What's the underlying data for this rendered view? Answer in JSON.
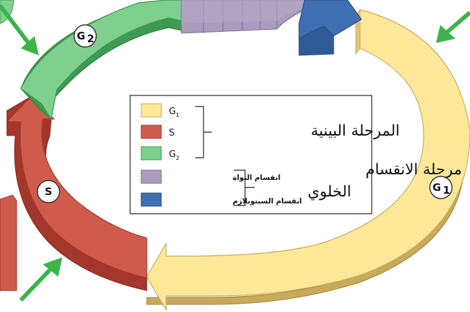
{
  "diagram": {
    "phase_labels": {
      "g2": {
        "letter": "G",
        "sub": "2"
      },
      "s": {
        "letter": "S",
        "sub": ""
      },
      "g1": {
        "letter": "G",
        "sub": "1"
      }
    },
    "legend": {
      "interphase": {
        "title": "المرحلة البينية",
        "items": [
          {
            "letter": "G",
            "sub": "1",
            "color": "#fde89a"
          },
          {
            "letter": "S",
            "sub": "",
            "color": "#cf5b4c"
          },
          {
            "letter": "G",
            "sub": "2",
            "color": "#7fcf8e"
          }
        ]
      },
      "cell_division": {
        "title_line1": "مرحلة الانقسام",
        "title_line2": "الخلوي",
        "items": [
          {
            "label": "انقسام النواة",
            "color": "#a99bbd"
          },
          {
            "label": "انقسام السيتوبلازم",
            "color": "#3f6fb0"
          }
        ]
      }
    },
    "colors": {
      "g1": "#fde89a",
      "g1_dark": "#c8aa5a",
      "s": "#cf5b4c",
      "s_dark": "#a3372c",
      "g2": "#7fcf8e",
      "g2_dark": "#3c9a52",
      "mitosis": "#a99bbd",
      "cytokinesis": "#3f6fb0",
      "arrow": "#3cb44b"
    }
  }
}
